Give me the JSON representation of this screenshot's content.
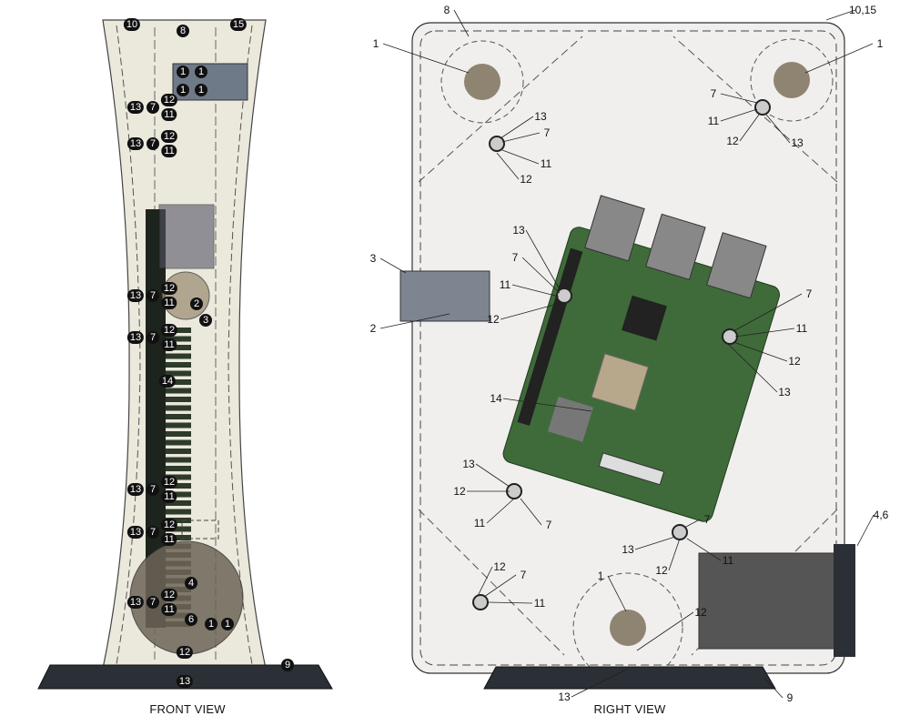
{
  "front_view": {
    "caption": "FRONT VIEW",
    "badges": [
      "10",
      "8",
      "15",
      "1",
      "1",
      "1",
      "1",
      "13",
      "7",
      "12",
      "11",
      "13",
      "7",
      "12",
      "11",
      "13",
      "7",
      "12",
      "11",
      "2",
      "3",
      "13",
      "7",
      "12",
      "11",
      "14",
      "13",
      "7",
      "12",
      "11",
      "13",
      "7",
      "12",
      "11",
      "4",
      "13",
      "7",
      "12",
      "11",
      "6",
      "1",
      "1",
      "12",
      "13",
      "9"
    ]
  },
  "right_view": {
    "caption": "RIGHT VIEW",
    "callouts": [
      "8",
      "10,15",
      "1",
      "1",
      "13",
      "7",
      "11",
      "12",
      "7",
      "11",
      "12",
      "13",
      "3",
      "2",
      "13",
      "7",
      "11",
      "12",
      "7",
      "11",
      "12",
      "13",
      "14",
      "13",
      "12",
      "11",
      "7",
      "7",
      "13",
      "12",
      "11",
      "4,6",
      "12",
      "7",
      "11",
      "1",
      "12",
      "13",
      "9"
    ]
  },
  "colors": {
    "pcb": "#3f6b3a",
    "base": "#2b2f36",
    "shell": "#e9e6d8",
    "cylinder": "#8f8372"
  }
}
